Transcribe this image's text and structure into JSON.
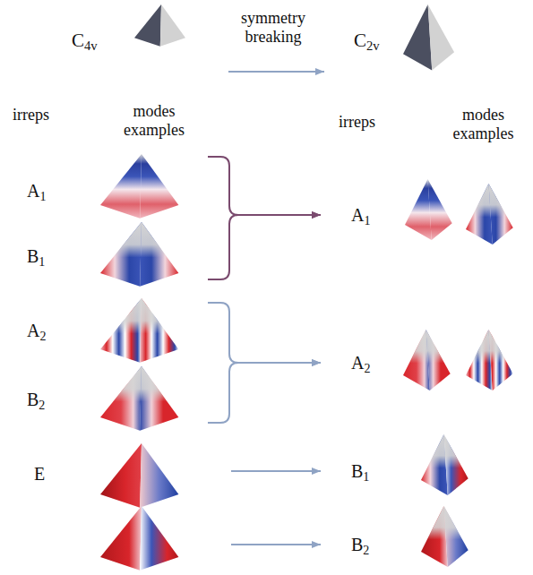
{
  "diagram": {
    "nodes": [
      {
        "text": [
          "A1"
        ]
      },
      {
        "text": [
          "A1"
        ]
      },
      {
        "text": [
          "B1"
        ]
      },
      {
        "text": [
          "A2"
        ]
      },
      {
        "text": [
          "A2"
        ]
      },
      {
        "text": [
          "B2"
        ]
      },
      {
        "text": [
          "E"
        ]
      },
      {
        "text": [
          "B1"
        ]
      },
      {
        "text": [
          "B2"
        ]
      }
    ],
    "edges": [
      {
        "from": 0,
        "to": 1,
        "arrow": "to"
      },
      {
        "from": 2,
        "to": 1,
        "arrow": "to"
      },
      {
        "from": 3,
        "to": 4,
        "arrow": "to"
      },
      {
        "from": 5,
        "to": 4,
        "arrow": "to"
      },
      {
        "from": 6,
        "to": 7,
        "arrow": "to"
      },
      {
        "from": 6,
        "to": 8,
        "arrow": "to"
      }
    ],
    "labels": [
      "C4v",
      "symmetry breaking",
      "C2v",
      "irreps",
      "modes examples",
      "irreps",
      "modes examples"
    ]
  }
}
